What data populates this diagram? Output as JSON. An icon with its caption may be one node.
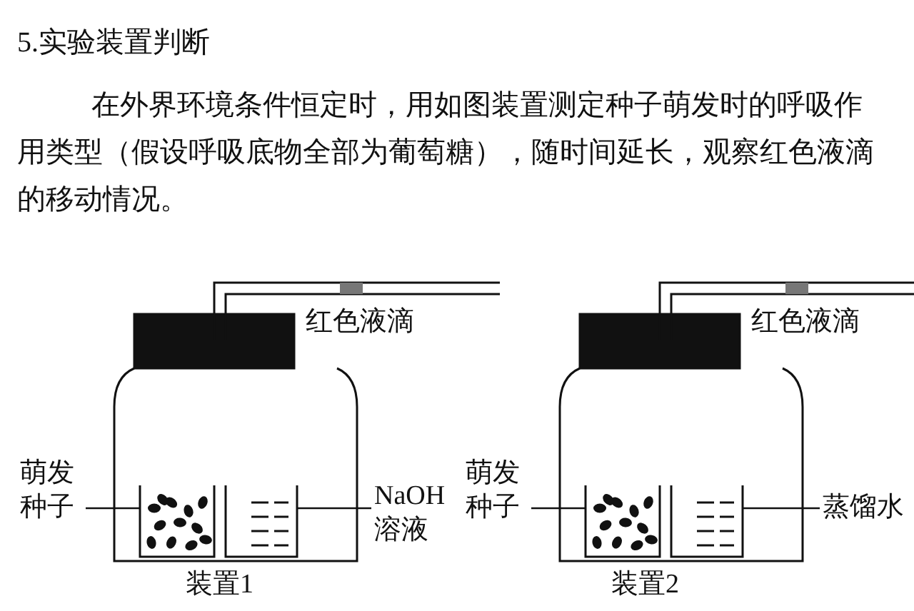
{
  "diagram": {
    "title": "5.实验装置判断",
    "nodes": [
      {
        "text": [
          "萌发种子"
        ]
      },
      {
        "text": [
          "NaOH溶液"
        ]
      },
      {
        "text": [
          "萌发种子"
        ]
      },
      {
        "text": [
          "蒸馏水"
        ]
      }
    ],
    "edges": [
      {
        "from": 0,
        "to": null,
        "arrow": "none"
      },
      {
        "from": 1,
        "to": null,
        "arrow": "none"
      },
      {
        "from": 2,
        "to": null,
        "arrow": "none"
      },
      {
        "from": 3,
        "to": null,
        "arrow": "none"
      }
    ],
    "labels": [
      "在外界环境条件恒定时，用如图装置测定种子萌发时的呼吸作用类型（假设呼吸底物全部为葡萄糖），随时间延长，观察红色液滴的移动情况。",
      "红色液滴",
      "装置1",
      "红色液滴",
      "装置2"
    ]
  }
}
